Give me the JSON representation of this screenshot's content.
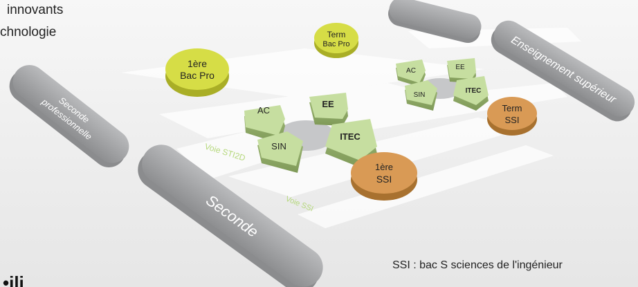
{
  "header": {
    "line1": "innovants",
    "line2": "chnologie"
  },
  "colors": {
    "pro_yellow": "#d6dd46",
    "ssi_orange": "#d99a55",
    "sti2d_green": "#c6dea0",
    "gray_pill": "#a8a9ab",
    "voie_text": "#b5d87c"
  },
  "nodes": {
    "seconde": "Seconde",
    "seconde_pro_line1": "Seconde",
    "seconde_pro_line2": "professionnelle",
    "enseignement_sup": "Enseignement supérieur",
    "bac_pro_1ere_line1": "1ère",
    "bac_pro_1ere_line2": "Bac Pro",
    "bac_pro_term_line1": "Term",
    "bac_pro_term_line2": "Bac Pro",
    "ssi_1ere_line1": "1ère",
    "ssi_1ere_line2": "SSI",
    "ssi_term_line1": "Term",
    "ssi_term_line2": "SSI"
  },
  "sti2d_1ere": {
    "ac": "AC",
    "ee": "EE",
    "sin": "SIN",
    "itec": "ITEC"
  },
  "sti2d_term": {
    "ac": "AC",
    "ee": "EE",
    "sin": "SIN",
    "itec": "ITEC"
  },
  "voies": {
    "sti2d": "Voie STI2D",
    "ssi": "Voie SSI"
  },
  "caption": "SSI : bac S sciences de l'ingénieur",
  "bottom_fragment": "•ili"
}
